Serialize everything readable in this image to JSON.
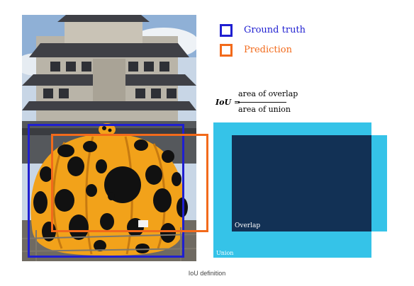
{
  "legend": {
    "ground_truth_label": "Ground truth",
    "prediction_label": "Prediction"
  },
  "formula": {
    "lhs": "IoU",
    "equals": "=",
    "numerator": "area of overlap",
    "denominator": "area of union"
  },
  "diagram": {
    "overlap_label": "Overlap",
    "union_label": "Union"
  },
  "caption": "IoU definition",
  "colors": {
    "ground_truth": "#1f1fd1",
    "prediction": "#f26a1b",
    "union": "#35c3e8",
    "overlap": "#123155",
    "label_text": "#ffffff"
  },
  "icons": [
    "pumpkin-sculpture-photo",
    "ground-truth-square-icon",
    "prediction-square-icon"
  ]
}
